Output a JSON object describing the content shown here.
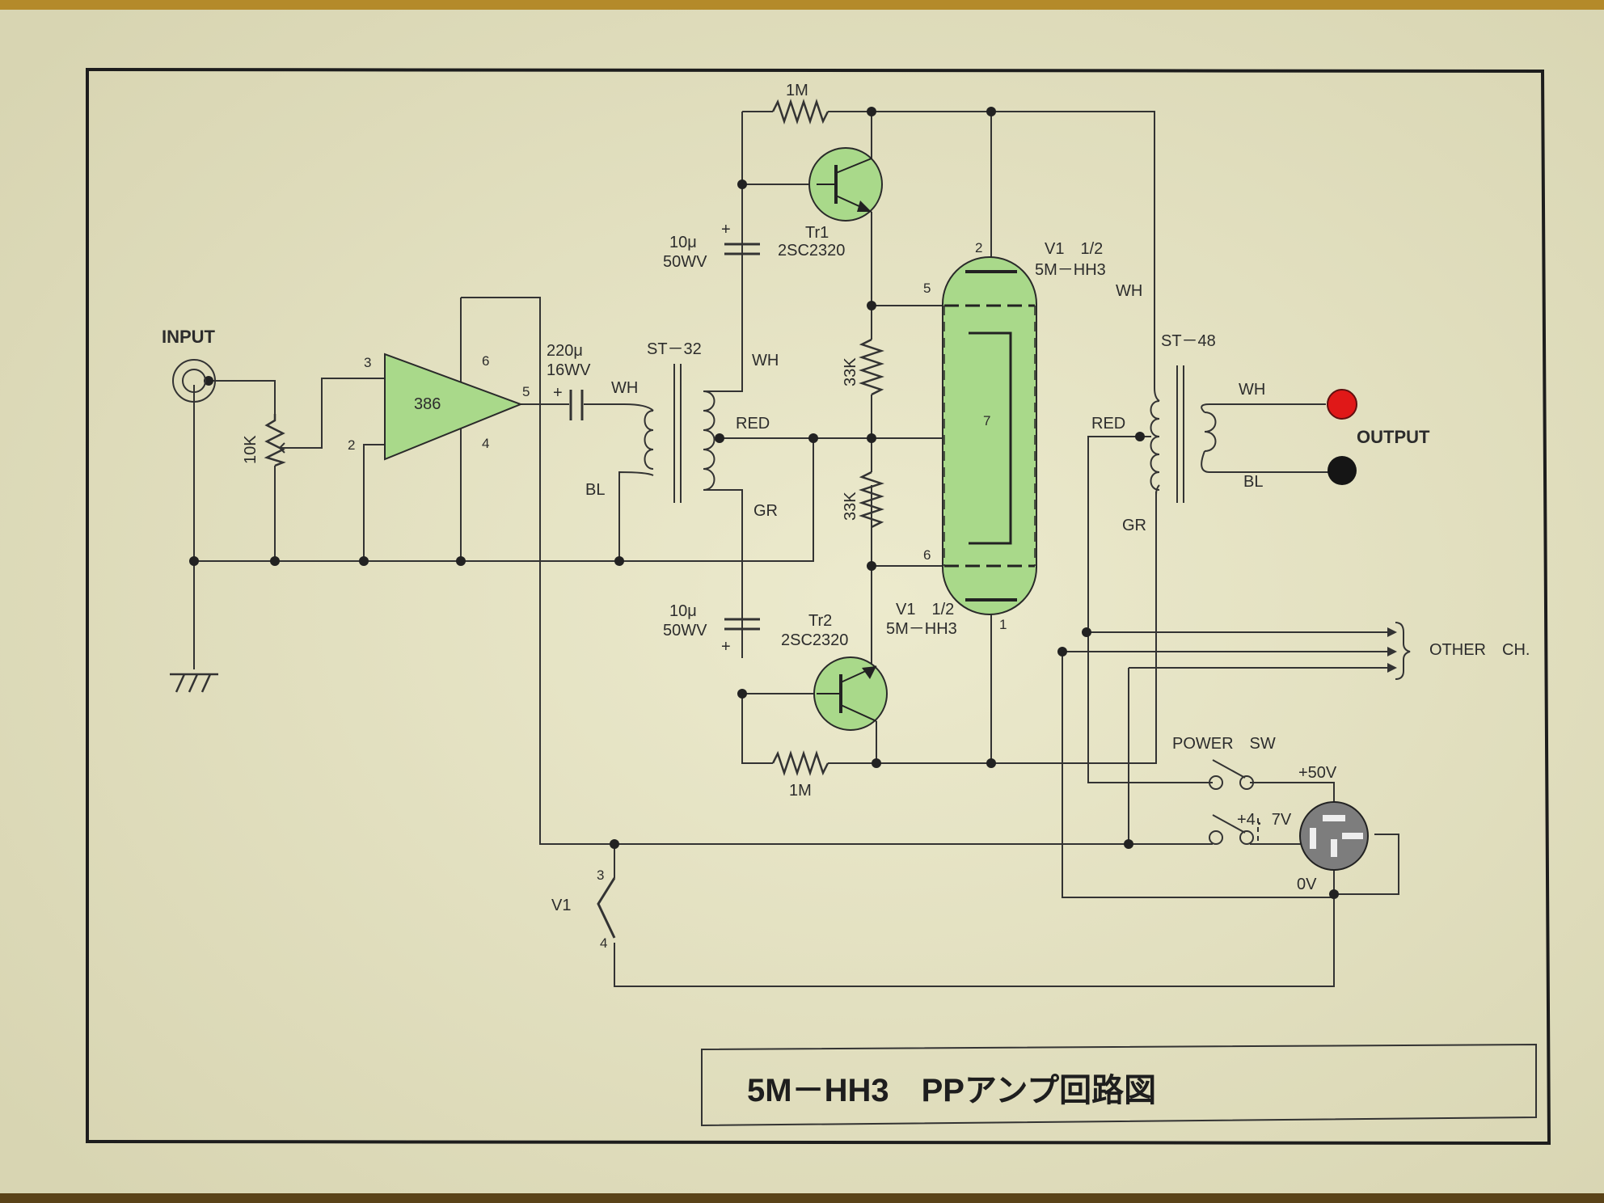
{
  "title": "5M－HH3　PPアンプ回路図",
  "labels": {
    "input": "INPUT",
    "pot": "10K",
    "ic": "386",
    "ic_pin3": "3",
    "ic_pin2": "2",
    "ic_pin6": "6",
    "ic_pin4": "4",
    "ic_pin5": "5",
    "cap220_a": "220μ",
    "cap220_b": "16WV",
    "plus": "+",
    "st32": "ST－32",
    "wh": "WH",
    "bl": "BL",
    "red": "RED",
    "gr": "GR",
    "r1m": "1M",
    "cap10_a": "10μ",
    "cap10_b": "50WV",
    "tr1": "Tr1",
    "tr2": "Tr2",
    "transistor": "2SC2320",
    "r33k": "33K",
    "tube_v1": "V1　1/2",
    "tube_type": "5M－HH3",
    "pin2": "2",
    "pin5": "5",
    "pin7": "7",
    "pin6": "6",
    "pin1": "1",
    "pin3": "3",
    "pin4": "4",
    "v1": "V1",
    "st48": "ST－48",
    "output": "OUTPUT",
    "other_ch": "OTHER　CH.",
    "power_sw": "POWER　SW",
    "v50": "+50V",
    "v47": "+4．7V",
    "v0": "0V"
  },
  "colors": {
    "component_fill": "#a9d98a",
    "output_red": "#e01818",
    "output_black": "#151515",
    "wire": "#333333",
    "paper": "#ecebd2"
  }
}
